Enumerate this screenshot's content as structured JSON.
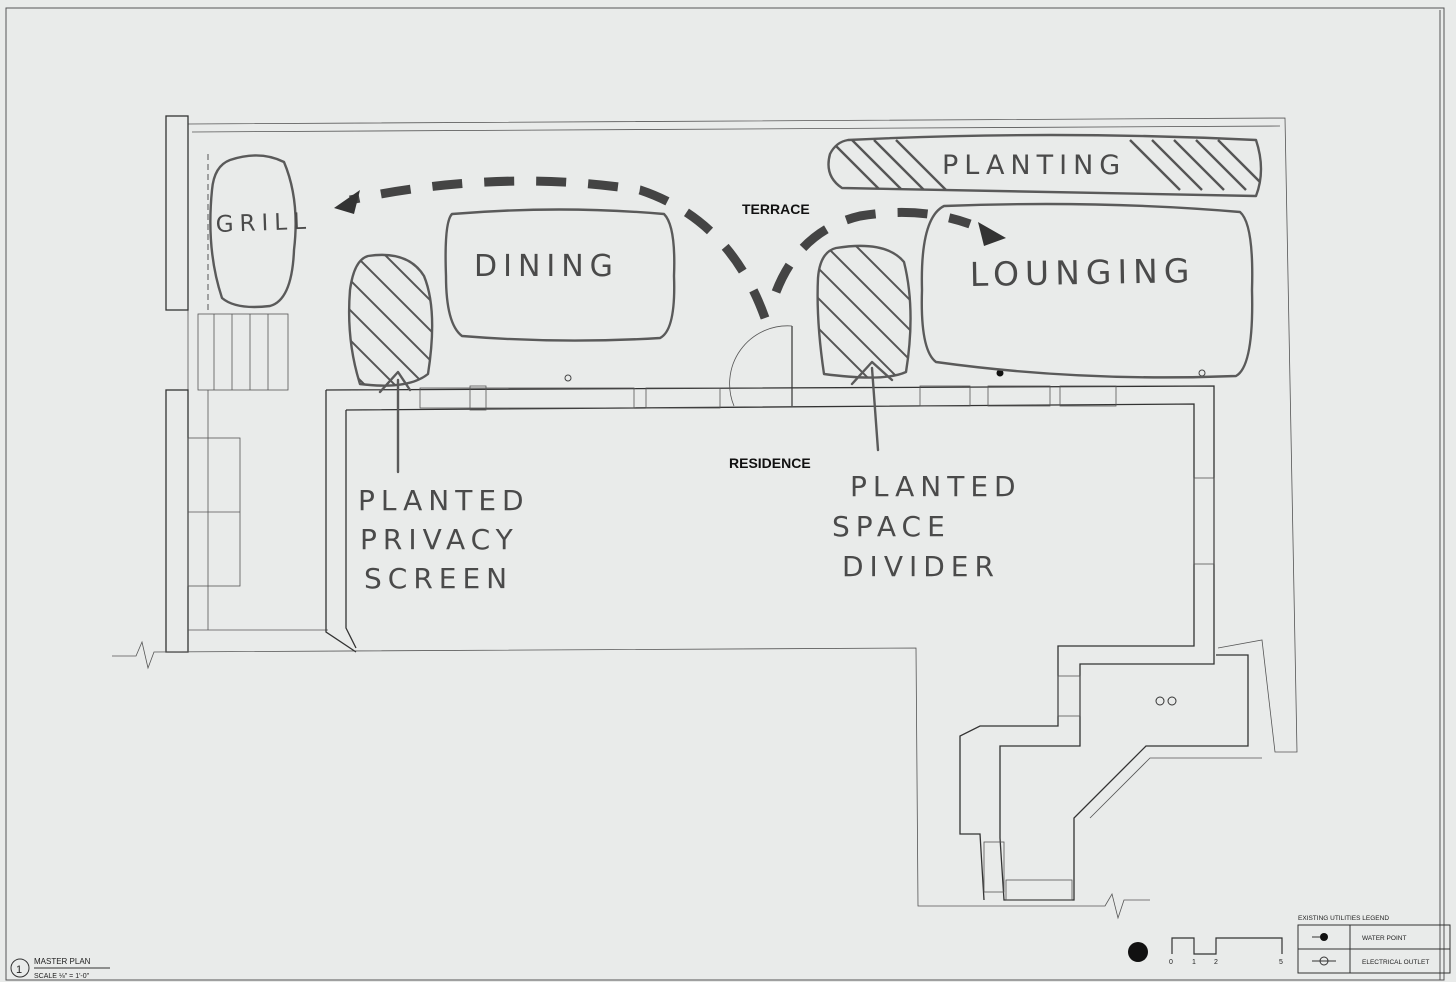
{
  "sketch_labels": {
    "grill": "GRILL",
    "dining": "DINING",
    "lounging": "LOUNGING",
    "planting": "PLANTING",
    "privacy_screen": [
      "PLANTED",
      "PRIVACY",
      "SCREEN"
    ],
    "space_divider": [
      "PLANTED",
      "SPACE",
      "DIVIDER"
    ]
  },
  "plan_labels": {
    "terrace": "TERRACE",
    "residence": "RESIDENCE"
  },
  "title_block": {
    "number": "1",
    "title": "MASTER PLAN",
    "scale": "SCALE ⅛\" = 1'-0\""
  },
  "scale_bar": {
    "ticks": [
      "0",
      "1",
      "2",
      "5"
    ]
  },
  "legend": {
    "title": "EXISTING UTILITIES LEGEND",
    "items": [
      {
        "icon": "water-point-icon",
        "label": "WATER POINT"
      },
      {
        "icon": "electrical-outlet-icon",
        "label": "ELECTRICAL OUTLET"
      }
    ]
  },
  "colors": {
    "paper": "#e9ebea",
    "pencil": "#5a5a5a",
    "ink": "#333333"
  }
}
